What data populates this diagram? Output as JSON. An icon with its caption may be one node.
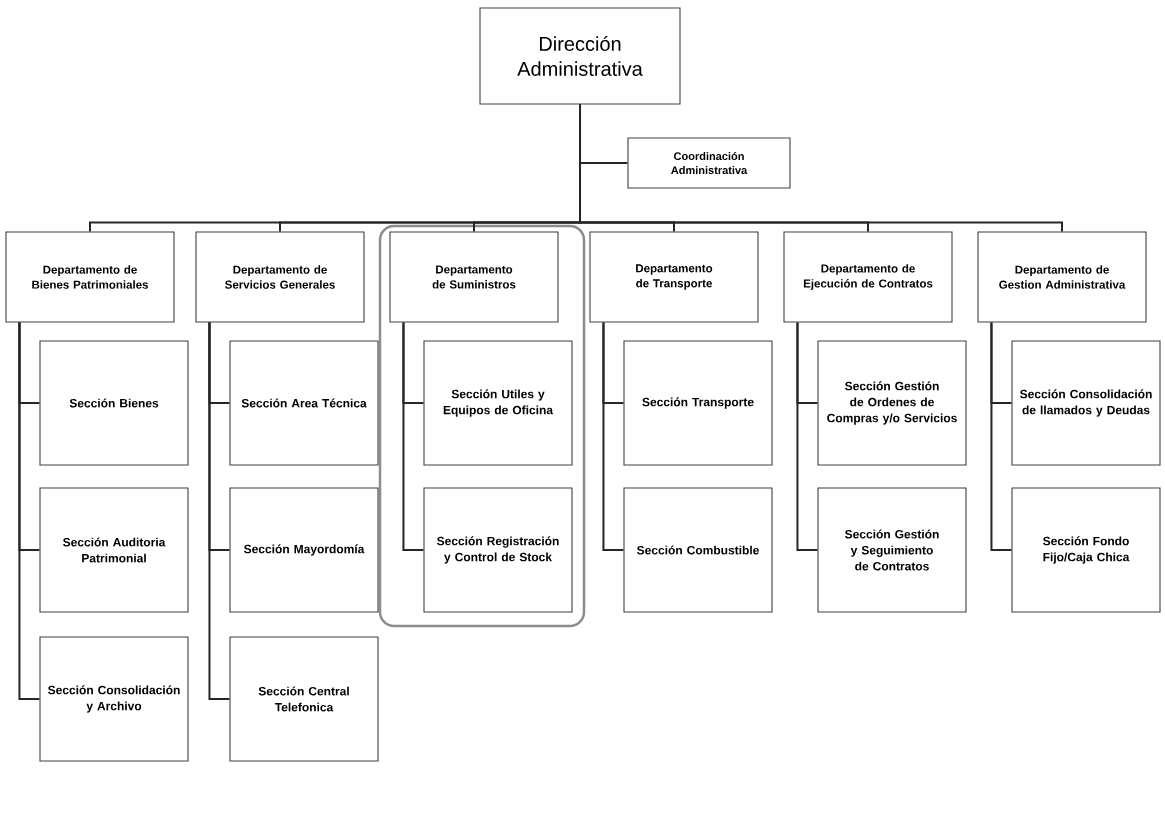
{
  "diagram": {
    "nodes": [
      {
        "text": [
          "Dirección Administrativa"
        ]
      },
      {
        "text": [
          "Coordinación Administrativa"
        ]
      },
      {
        "text": [
          "Departamento de Bienes Patrimoniales"
        ]
      },
      {
        "text": [
          "Departamento de Servicios Generales"
        ]
      },
      {
        "text": [
          "Departamento de Suministros"
        ]
      },
      {
        "text": [
          "Departamento de Transporte"
        ]
      },
      {
        "text": [
          "Departamento de Ejecución de Contratos"
        ]
      },
      {
        "text": [
          "Departamento de Gestion Administrativa"
        ]
      },
      {
        "text": [
          "Sección Bienes"
        ]
      },
      {
        "text": [
          "Sección Auditoria Patrimonial"
        ]
      },
      {
        "text": [
          "Sección Consolidación y Archivo"
        ]
      },
      {
        "text": [
          "Sección Area Técnica"
        ]
      },
      {
        "text": [
          "Sección Mayordomía"
        ]
      },
      {
        "text": [
          "Sección Central Telefonica"
        ]
      },
      {
        "text": [
          "Sección Utiles y Equipos de Oficina"
        ]
      },
      {
        "text": [
          "Sección Registración y Control de Stock"
        ]
      },
      {
        "text": [
          "Sección Transporte"
        ]
      },
      {
        "text": [
          "Sección Combustible"
        ]
      },
      {
        "text": [
          "Sección Gestión de Ordenes de Compras y/o Servicios"
        ]
      },
      {
        "text": [
          "Sección Gestión y Seguimiento de Contratos"
        ]
      },
      {
        "text": [
          "Sección Consolidación de llamados y Deudas"
        ]
      },
      {
        "text": [
          "Sección Fondo Fijo/Caja Chica"
        ]
      }
    ],
    "edges": [
      {
        "from": 0,
        "to": 1,
        "arrow": "none"
      },
      {
        "from": 0,
        "to": 2,
        "arrow": "none"
      },
      {
        "from": 0,
        "to": 3,
        "arrow": "none"
      },
      {
        "from": 0,
        "to": 4,
        "arrow": "none"
      },
      {
        "from": 0,
        "to": 5,
        "arrow": "none"
      },
      {
        "from": 0,
        "to": 6,
        "arrow": "none"
      },
      {
        "from": 0,
        "to": 7,
        "arrow": "none"
      },
      {
        "from": 2,
        "to": 8,
        "arrow": "none"
      },
      {
        "from": 2,
        "to": 9,
        "arrow": "none"
      },
      {
        "from": 2,
        "to": 10,
        "arrow": "none"
      },
      {
        "from": 3,
        "to": 11,
        "arrow": "none"
      },
      {
        "from": 3,
        "to": 12,
        "arrow": "none"
      },
      {
        "from": 3,
        "to": 13,
        "arrow": "none"
      },
      {
        "from": 4,
        "to": 14,
        "arrow": "none"
      },
      {
        "from": 4,
        "to": 15,
        "arrow": "none"
      },
      {
        "from": 5,
        "to": 16,
        "arrow": "none"
      },
      {
        "from": 5,
        "to": 17,
        "arrow": "none"
      },
      {
        "from": 6,
        "to": 18,
        "arrow": "none"
      },
      {
        "from": 6,
        "to": 19,
        "arrow": "none"
      },
      {
        "from": 7,
        "to": 20,
        "arrow": "none"
      },
      {
        "from": 7,
        "to": 21,
        "arrow": "none"
      }
    ]
  }
}
